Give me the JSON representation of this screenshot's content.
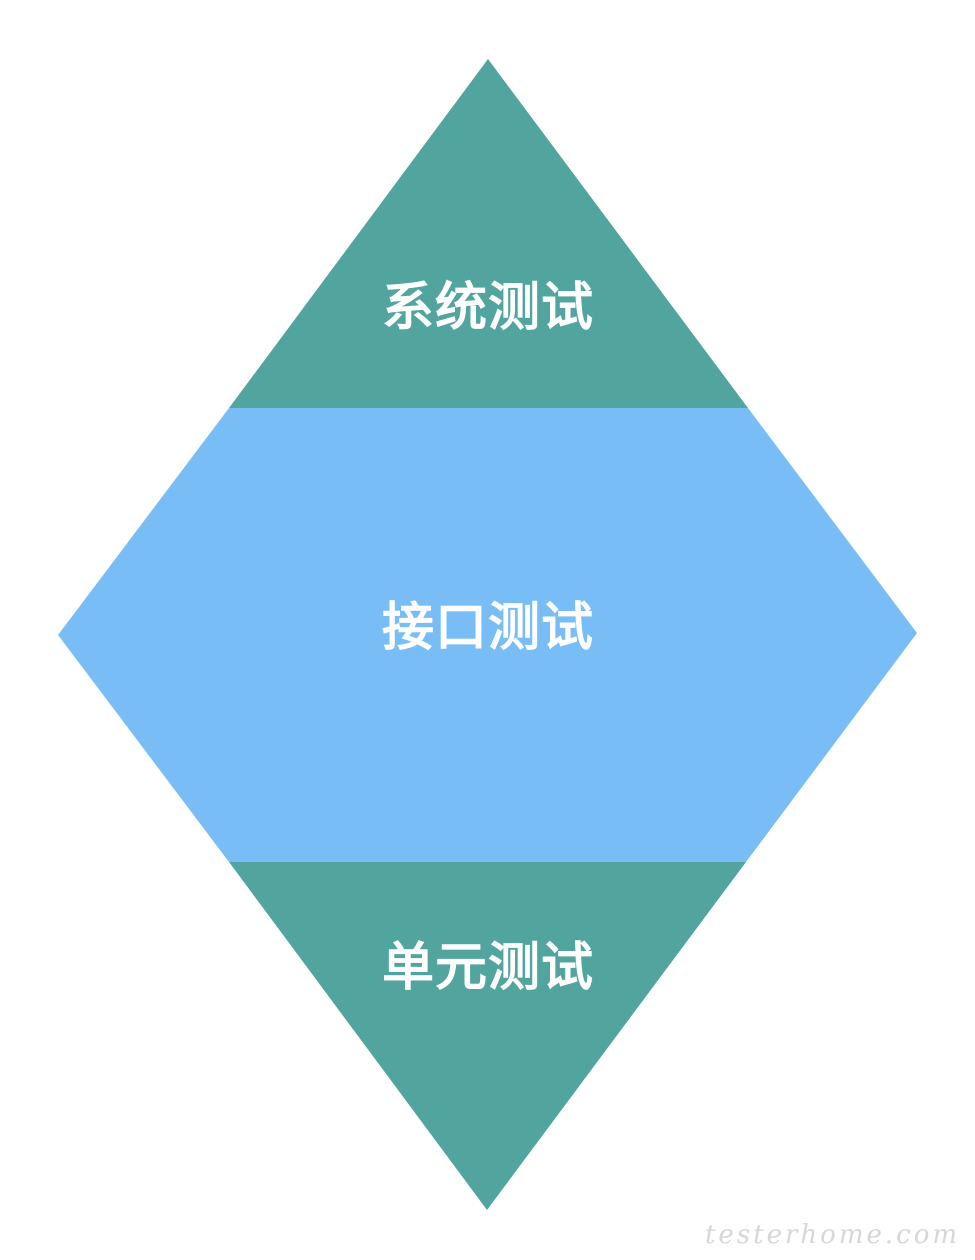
{
  "diagram": {
    "layers": [
      {
        "label": "系统测试",
        "color": "#52a59e"
      },
      {
        "label": "接口测试",
        "color": "#79bdf7"
      },
      {
        "label": "单元测试",
        "color": "#52a59e"
      }
    ]
  },
  "watermark": {
    "text": "testerhome.com",
    "color": "#d7d7d7"
  }
}
